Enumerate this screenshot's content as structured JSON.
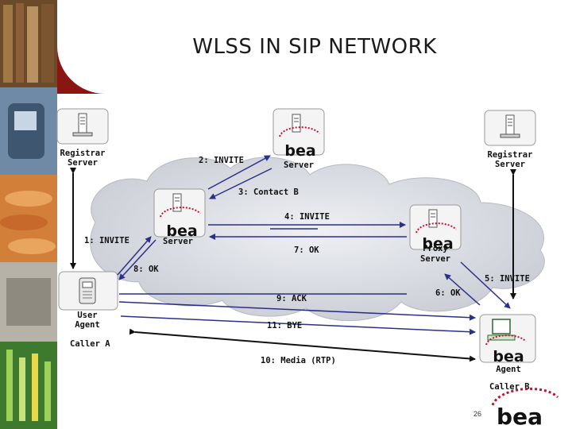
{
  "title": "WLSS IN SIP NETWORK",
  "page_number": "26",
  "colors": {
    "banner": "#8a1612",
    "bea_red": "#c8102e",
    "cloud": "#d9dce2",
    "arrow": "#2b2f8a"
  },
  "nodes": {
    "registrar_left": {
      "label_lines": [
        "Registrar",
        "Server"
      ],
      "icon": "server-tower-icon"
    },
    "top_proxy": {
      "label_lines": [
        "Server"
      ],
      "icon": "bea-server-icon"
    },
    "registrar_right": {
      "label_lines": [
        "Registrar",
        "Server"
      ],
      "icon": "server-tower-icon"
    },
    "center_proxy": {
      "label_lines": [
        "Server"
      ],
      "icon": "bea-server-icon"
    },
    "right_proxy": {
      "label_lines": [
        "Proxy",
        "Server"
      ],
      "icon": "bea-server-icon"
    },
    "user_agent": {
      "label_lines": [
        "User",
        "Agent"
      ],
      "icon": "phone-icon"
    },
    "agent_b": {
      "label_lines": [
        "Agent"
      ],
      "icon": "bea-terminal-icon"
    }
  },
  "caller_a": "Caller A",
  "caller_b": "Caller B",
  "bea_wordmark": "bea",
  "messages": {
    "m1": "1: INVITE",
    "m2": "2: INVITE",
    "m3": "3: Contact B",
    "m4": "4: INVITE",
    "m5": "5: INVITE",
    "m6": "6: OK",
    "m7": "7: OK",
    "m8": "8: OK",
    "m9": "9: ACK",
    "m10": "10: Media (RTP)",
    "m11": "11: BYE"
  }
}
